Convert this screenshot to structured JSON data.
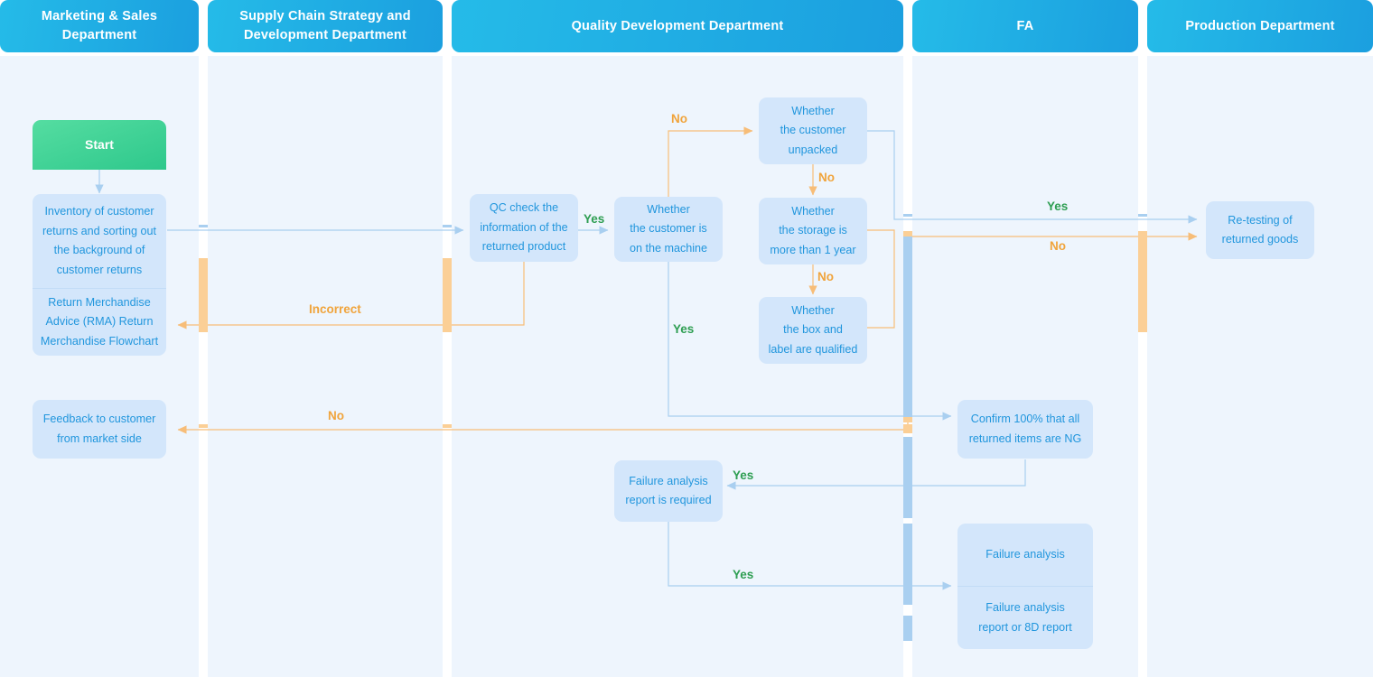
{
  "diagram": {
    "title": "Return Merchandise Advice (RMA) Return Merchandise Flowchart",
    "type": "swimlane-flowchart",
    "colors": {
      "lane_header_from": "#25bbe8",
      "lane_header_to": "#1b9fdf",
      "lane_background": "#eef5fd",
      "node_fill": "#d3e6fb",
      "node_text": "#2196dd",
      "start_from": "#55dda1",
      "start_to": "#2ec88c",
      "yes_label": "#2e9e52",
      "no_label": "#f0a43c",
      "connector_blue": "#a9cff0",
      "connector_orange": "#f7bd78"
    }
  },
  "lanes": [
    {
      "id": "marketing",
      "title": "Marketing\n& Sales Department"
    },
    {
      "id": "supply_chain",
      "title": "Supply Chain Strategy\nand Development Department"
    },
    {
      "id": "quality",
      "title": "Quality Development Department"
    },
    {
      "id": "fa",
      "title": "FA"
    },
    {
      "id": "production",
      "title": "Production Department"
    }
  ],
  "nodes": [
    {
      "id": "start",
      "lane": "marketing",
      "label": "Start"
    },
    {
      "id": "inventory",
      "lane": "marketing",
      "label": "Inventory of customer\nreturns and sorting out\nthe background of\ncustomer returns"
    },
    {
      "id": "rma",
      "lane": "marketing",
      "label": "Return Merchandise\nAdvice (RMA) Return\nMerchandise Flowchart"
    },
    {
      "id": "feedback",
      "lane": "marketing",
      "label": "Feedback to customer\nfrom market side"
    },
    {
      "id": "qc_check",
      "lane": "quality",
      "label": "QC check the\ninformation of the\nreturned product"
    },
    {
      "id": "on_machine",
      "lane": "quality",
      "label": "Whether\nthe customer is\non the machine"
    },
    {
      "id": "unpacked",
      "lane": "quality",
      "label": "Whether\nthe customer\nunpacked"
    },
    {
      "id": "storage",
      "lane": "quality",
      "label": "Whether\nthe storage is\nmore than 1 year"
    },
    {
      "id": "box_label",
      "lane": "quality",
      "label": "Whether\nthe box and\nlabel are qualified"
    },
    {
      "id": "fa_required",
      "lane": "quality",
      "label": "Failure analysis\nreport is required"
    },
    {
      "id": "confirm_ng",
      "lane": "fa",
      "label": "Confirm 100% that all\nreturned items are NG"
    },
    {
      "id": "failure_an",
      "lane": "fa",
      "label": "Failure analysis"
    },
    {
      "id": "fa_report",
      "lane": "fa",
      "label": "Failure analysis\nreport or 8D report"
    },
    {
      "id": "retest",
      "lane": "production",
      "label": "Re-testing of\nreturned goods"
    }
  ],
  "edge_labels": [
    {
      "id": "lbl_no_unpacked",
      "text": "No"
    },
    {
      "id": "lbl_yes_qc",
      "text": "Yes"
    },
    {
      "id": "lbl_no_storage",
      "text": "No"
    },
    {
      "id": "lbl_no_box",
      "text": "No"
    },
    {
      "id": "lbl_yes_machine",
      "text": "Yes"
    },
    {
      "id": "lbl_incorrect",
      "text": "Incorrect"
    },
    {
      "id": "lbl_yes_retest",
      "text": "Yes"
    },
    {
      "id": "lbl_no_retest",
      "text": "No"
    },
    {
      "id": "lbl_no_feedback",
      "text": "No"
    },
    {
      "id": "lbl_yes_fa_required",
      "text": "Yes"
    },
    {
      "id": "lbl_yes_failure",
      "text": "Yes"
    }
  ]
}
